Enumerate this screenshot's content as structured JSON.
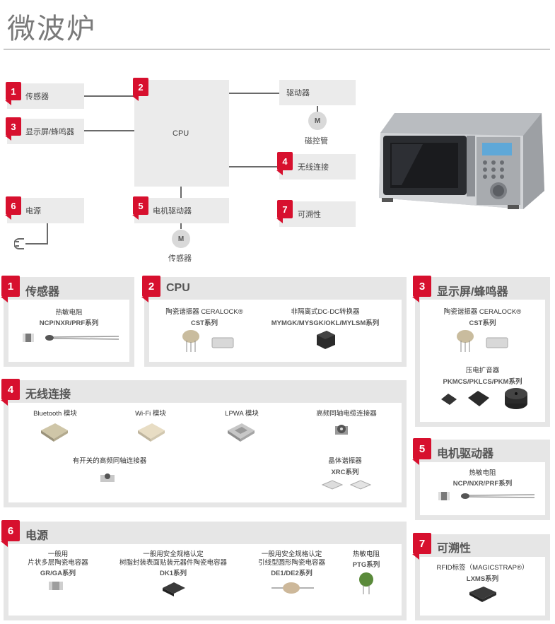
{
  "title": "微波炉",
  "diagram": {
    "sensor": "传感器",
    "display": "显示屏/蜂鸣器",
    "power": "电源",
    "cpu": "CPU",
    "driver": "驱动器",
    "magnetron": "磁控管",
    "wireless": "无线连接",
    "motor_driver": "电机驱动器",
    "motor_sensor": "传感器",
    "traceability": "可溯性",
    "motor_symbol": "M",
    "badges": [
      "1",
      "2",
      "3",
      "4",
      "5",
      "6",
      "7"
    ]
  },
  "panels": {
    "p1": {
      "num": "1",
      "title": "传感器",
      "items": [
        {
          "name": "热敏电阻",
          "series": "NCP/NXR/PRF系列"
        }
      ]
    },
    "p2": {
      "num": "2",
      "title": "CPU",
      "items": [
        {
          "name": "陶瓷谐振器 CERALOCK®",
          "series": "CST系列"
        },
        {
          "name": "非隔离式DC-DC转换器",
          "series": "MYMGK/MYSGK/OKL/MYLSM系列"
        }
      ]
    },
    "p3": {
      "num": "3",
      "title": "显示屏/蜂鸣器",
      "items": [
        {
          "name": "陶瓷谐振器 CERALOCK®",
          "series": "CST系列"
        },
        {
          "name": "压电扩音器",
          "series": "PKMCS/PKLCS/PKM系列"
        }
      ]
    },
    "p4": {
      "num": "4",
      "title": "无线连接",
      "items": [
        {
          "name": "Bluetooth 模块",
          "series": ""
        },
        {
          "name": "Wi-Fi 模块",
          "series": ""
        },
        {
          "name": "LPWA 模块",
          "series": ""
        },
        {
          "name": "高频同轴电缆连接器",
          "series": ""
        },
        {
          "name": "有开关的高频同轴连接器",
          "series": ""
        },
        {
          "name": "晶体谐振器",
          "series": "XRC系列"
        }
      ]
    },
    "p5": {
      "num": "5",
      "title": "电机驱动器",
      "items": [
        {
          "name": "热敏电阻",
          "series": "NCP/NXR/PRF系列"
        }
      ]
    },
    "p6": {
      "num": "6",
      "title": "电源",
      "items": [
        {
          "name1": "一般用",
          "name2": "片状多层陶瓷电容器",
          "series": "GR/GA系列"
        },
        {
          "name1": "一般用安全规格认定",
          "name2": "树脂封装表面贴装元器件陶瓷电容器",
          "series": "DK1系列"
        },
        {
          "name1": "一般用安全规格认定",
          "name2": "引线型圆形陶瓷电容器",
          "series": "DE1/DE2系列"
        },
        {
          "name1": "热敏电阻",
          "name2": "",
          "series": "PTG系列"
        }
      ]
    },
    "p7": {
      "num": "7",
      "title": "可溯性",
      "items": [
        {
          "name": "RFID标签（MAGICSTRAP®）",
          "series": "LXMS系列"
        }
      ]
    }
  },
  "colors": {
    "accent": "#d7102e",
    "panel_bg": "#e6e6e6",
    "box_bg": "#ebebeb"
  }
}
